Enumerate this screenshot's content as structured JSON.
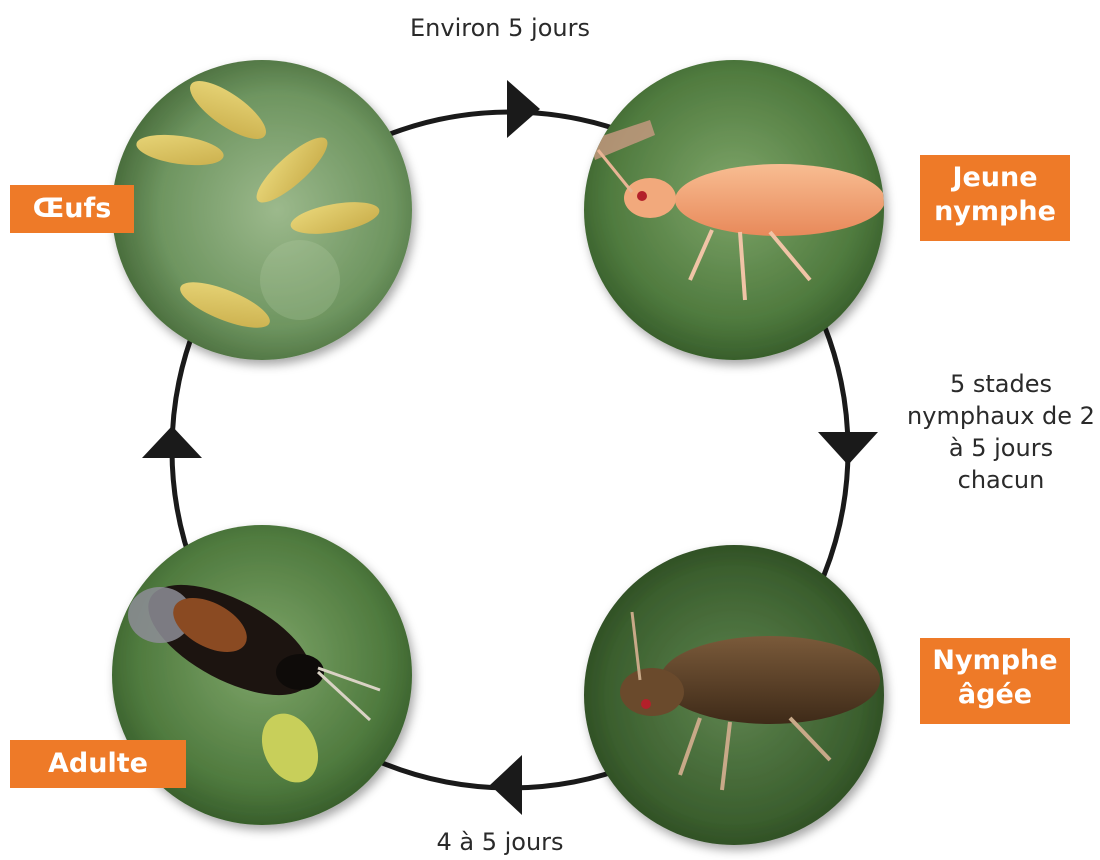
{
  "stages": {
    "eggs": "Œufs",
    "young_nymph": "Jeune nymphe",
    "old_nymph": "Nymphe âgée",
    "adult": "Adulte"
  },
  "durations": {
    "eggs_to_young": "Environ 5 jours",
    "young_to_old": "5 stades nymphaux de 2 à 5 jours chacun",
    "old_to_adult": "4 à 5 jours"
  },
  "colors": {
    "label_bg": "#ee7a28",
    "label_text": "#ffffff",
    "ring": "#1a1a1a",
    "text": "#2a2a2a"
  }
}
